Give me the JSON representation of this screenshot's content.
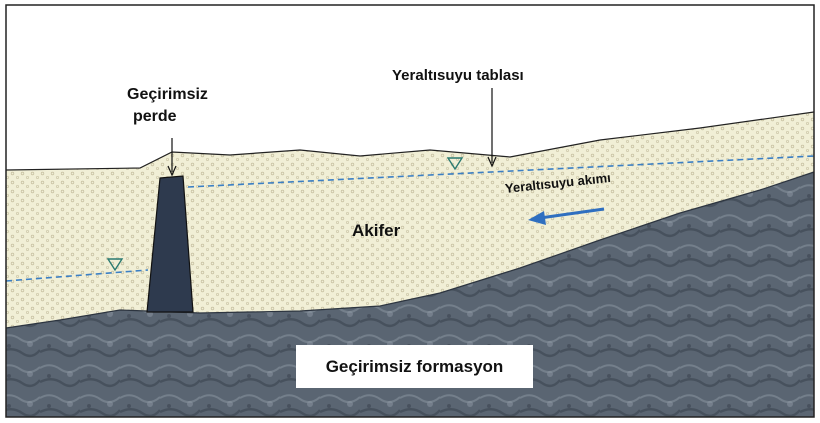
{
  "labels": {
    "impermeable_wall_line1": "Geçirimsiz",
    "impermeable_wall_line2": "perde",
    "water_table": "Yeraltısuyu tablası",
    "groundwater_flow": "Yeraltısuyu akımı",
    "aquifer": "Akifer",
    "impermeable_formation": "Geçirimsiz formasyon"
  },
  "colors": {
    "sky": "#ffffff",
    "aquifer_sand": "#f1efd6",
    "sand_dots": "#c9c3a4",
    "bedrock": "#56616d",
    "bedrock_light": "#8b95a0",
    "wall": "#2e3a4e",
    "water_table_line": "#3b7fc4",
    "flow_arrow": "#2f6fc0"
  },
  "icons": {
    "water_level_marker": "inverted-triangle-icon",
    "flow_arrow": "left-arrow-icon"
  }
}
